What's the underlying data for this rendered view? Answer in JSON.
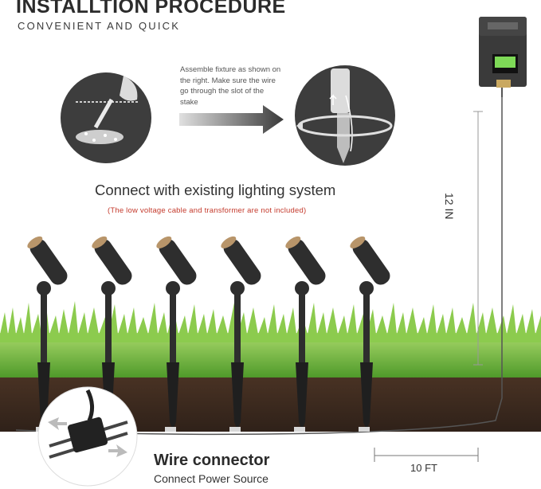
{
  "header": {
    "title": "INSTALLTION PROCEDURE",
    "subtitle": "CONVENIENT AND QUICK"
  },
  "instruction": {
    "text": "Assemble fixture as shown on the right. Make sure the wire go through the slot of the stake"
  },
  "connect": {
    "heading": "Connect with existing lighting system",
    "note": "(The low voltage cable and transformer are not included)"
  },
  "dimensions": {
    "height_label": "12 IN",
    "spacing_label": "10 FT"
  },
  "wire_connector": {
    "title": "Wire connector",
    "subtitle": "Connect Power Source"
  },
  "fixtures": {
    "count": 6
  },
  "colors": {
    "grass": "#6fbf3a",
    "soil": "#3b2a1f",
    "fixture": "#2e2e2e",
    "note_red": "#c43a2c",
    "lens": "#b8956a",
    "transformer": "#3a3a3a",
    "display": "#7ed957"
  },
  "icons": [
    "hand-icon",
    "stake-assembly-icon",
    "arrow-right-icon",
    "rotate-icon",
    "transformer-icon",
    "wire-connector-icon"
  ]
}
